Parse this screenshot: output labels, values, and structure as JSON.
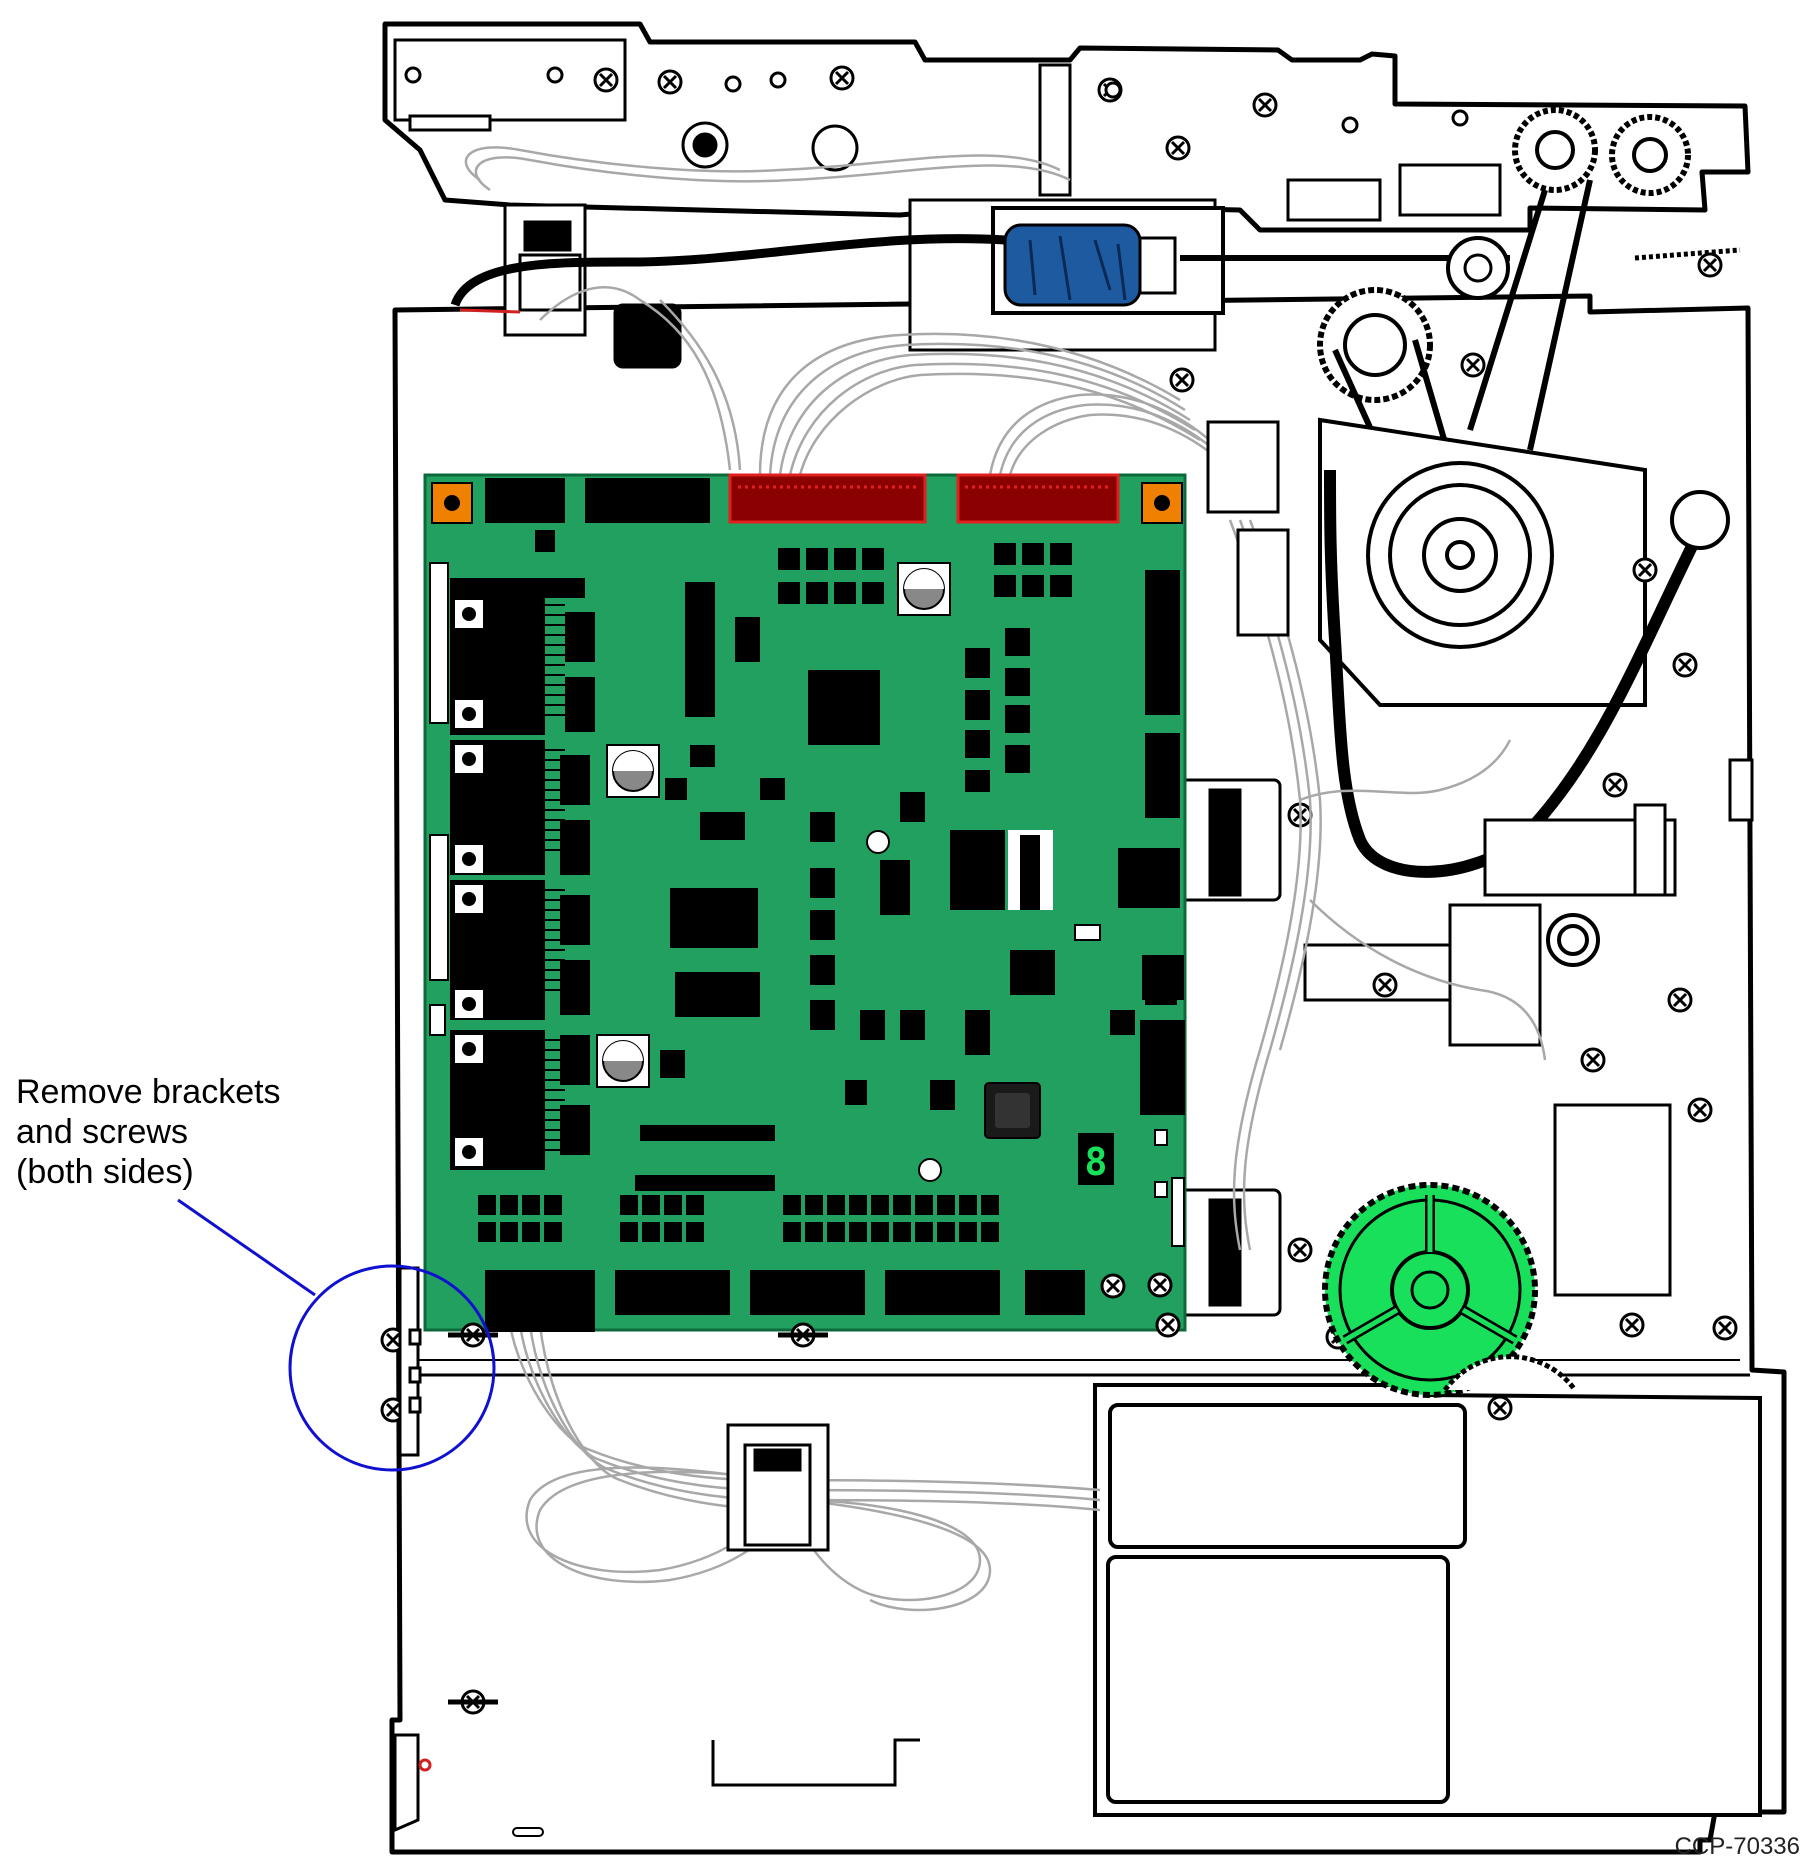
{
  "callout": {
    "line1": "Remove brackets",
    "line2": "and screws",
    "line3": "(both sides)",
    "color": "#1010d0"
  },
  "figure_id": "CCP-70336",
  "seven_segment_digit": "8",
  "colors": {
    "board": "#22a060",
    "board_outline": "#0c6a3a",
    "connector_red": "#8b0000",
    "connector_red_outline": "#e02020",
    "corner_pad": "#f08000",
    "solenoid": "#1e5aa0",
    "gear": "#19e05a",
    "wire": "#a8a8a8",
    "chassis": "#000000"
  },
  "icons": [
    "screw-icon",
    "gear-icon",
    "solenoid-icon",
    "cable-clamp-icon",
    "capacitor-icon"
  ]
}
